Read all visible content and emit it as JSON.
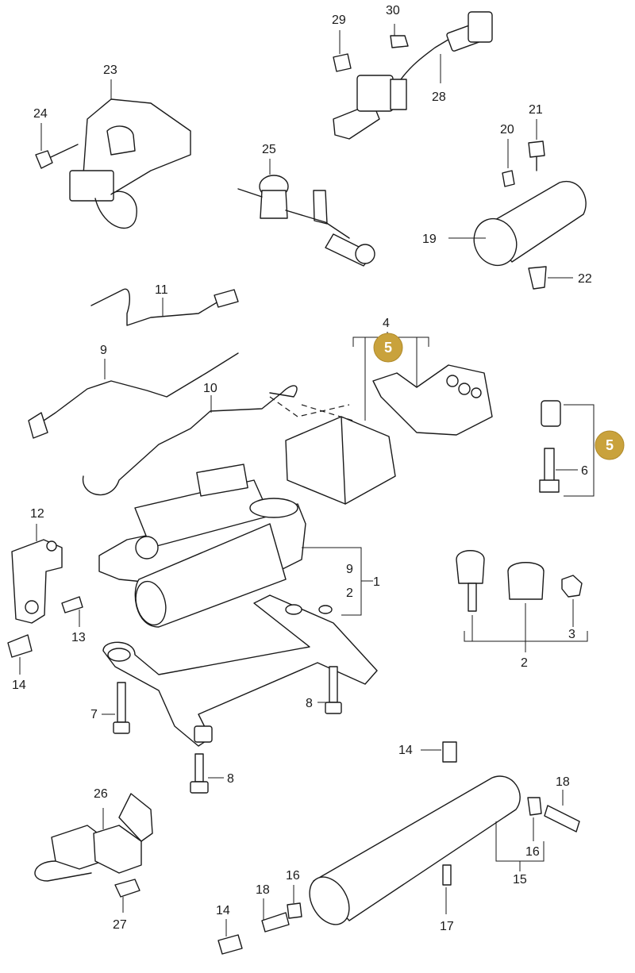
{
  "callouts": {
    "n1": "1",
    "n2a": "2",
    "n2b": "2",
    "n3": "3",
    "n4": "4",
    "n6": "6",
    "n7": "7",
    "n8a": "8",
    "n8b": "8",
    "n9a": "9",
    "n9b": "9",
    "n10": "10",
    "n11": "11",
    "n12": "12",
    "n13": "13",
    "n14a": "14",
    "n14b": "14",
    "n14c": "14",
    "n15": "15",
    "n16a": "16",
    "n16b": "16",
    "n17": "17",
    "n18a": "18",
    "n18b": "18",
    "n19": "19",
    "n20": "20",
    "n21": "21",
    "n22": "22",
    "n23": "23",
    "n24": "24",
    "n25": "25",
    "n26": "26",
    "n27": "27",
    "n28": "28",
    "n29": "29",
    "n30": "30"
  },
  "badges": {
    "b1": "5",
    "b2": "5"
  },
  "colors": {
    "badge": "#c9a23c",
    "line": "#1a1a1a"
  }
}
